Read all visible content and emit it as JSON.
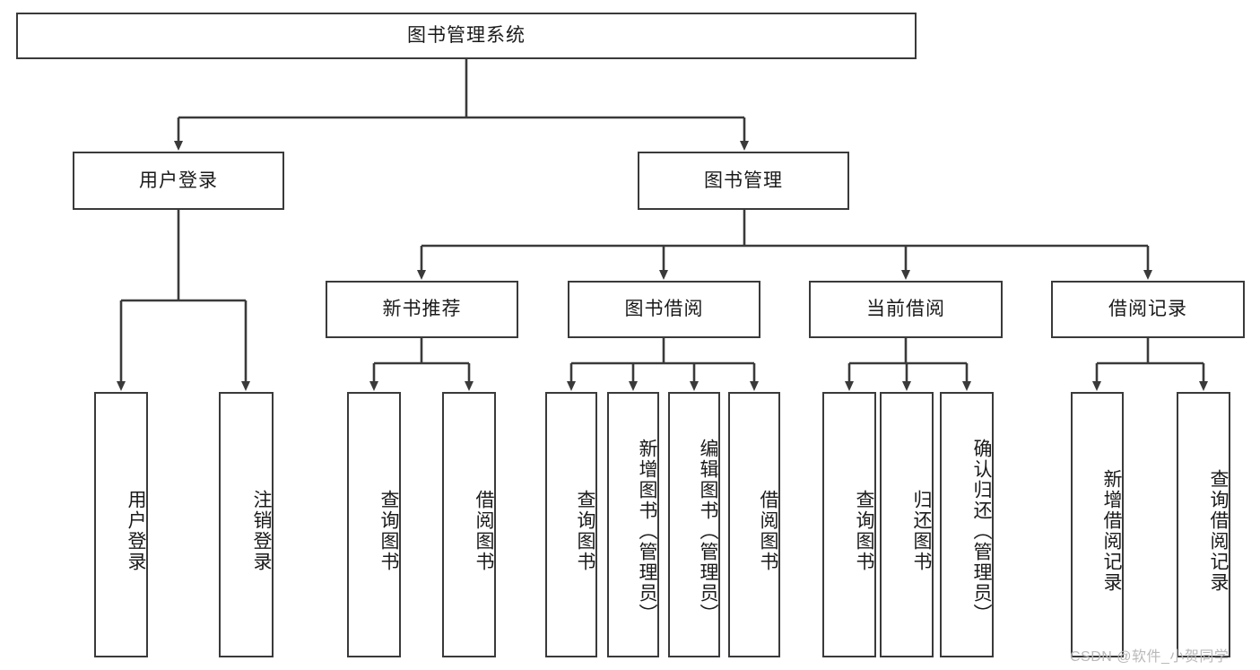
{
  "diagram": {
    "title": "图书管理系统",
    "type": "hierarchy-tree",
    "levels": 4,
    "line_color": "#3a3a3a",
    "box_fill": "#ffffff",
    "text_color": "#1a1a1a"
  },
  "root": {
    "label": "图书管理系统"
  },
  "level2": [
    {
      "label": "用户登录"
    },
    {
      "label": "图书管理"
    }
  ],
  "level3": [
    {
      "label": "新书推荐"
    },
    {
      "label": "图书借阅"
    },
    {
      "label": "当前借阅"
    },
    {
      "label": "借阅记录"
    }
  ],
  "leaves": {
    "user_login": [
      {
        "label": "用户登录"
      },
      {
        "label": "注销登录"
      }
    ],
    "new_book_recommend": [
      {
        "label": "查询图书"
      },
      {
        "label": "借阅图书"
      }
    ],
    "book_borrow": [
      {
        "label": "查询图书"
      },
      {
        "label": "新增图书（管理员）"
      },
      {
        "label": "编辑图书（管理员）"
      },
      {
        "label": "借阅图书"
      }
    ],
    "current_borrow": [
      {
        "label": "查询图书"
      },
      {
        "label": "归还图书"
      },
      {
        "label": "确认归还（管理员）"
      }
    ],
    "borrow_record": [
      {
        "label": "新增借阅记录"
      },
      {
        "label": "查询借阅记录"
      }
    ]
  },
  "watermark": {
    "text": "CSDN @软件_小贺同学"
  }
}
